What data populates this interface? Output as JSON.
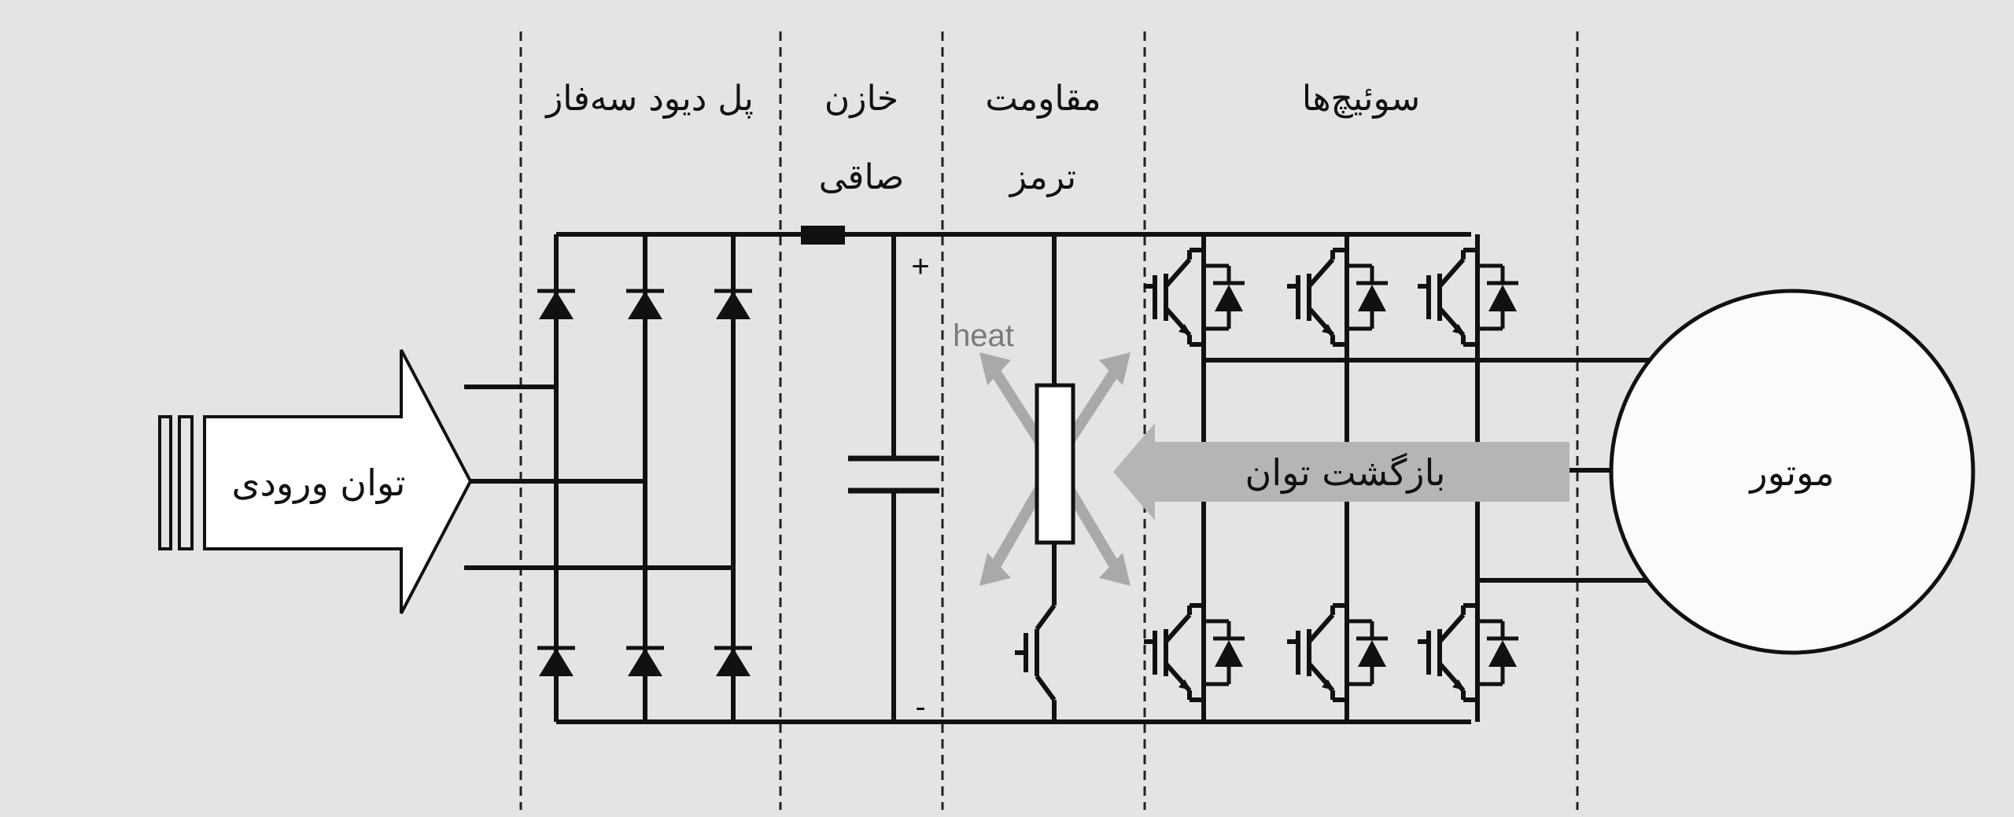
{
  "sections": {
    "diode_bridge": "پل دیود سه‌فاز",
    "capacitor_line1": "خازن",
    "capacitor_line2": "صاقی",
    "brake_line1": "مقاومت",
    "brake_line2": "ترمز",
    "switches": "سوئیچ‌ها"
  },
  "labels": {
    "input_power": "توان ورودی",
    "power_return": "بازگشت توان",
    "motor": "موتور",
    "heat": "heat",
    "plus": "+",
    "minus": "-"
  },
  "colors": {
    "background": "#e4e4e2",
    "line": "#111111",
    "arrow_fill": "#b5b5b5",
    "heat_arrow": "#a9a9a9"
  }
}
